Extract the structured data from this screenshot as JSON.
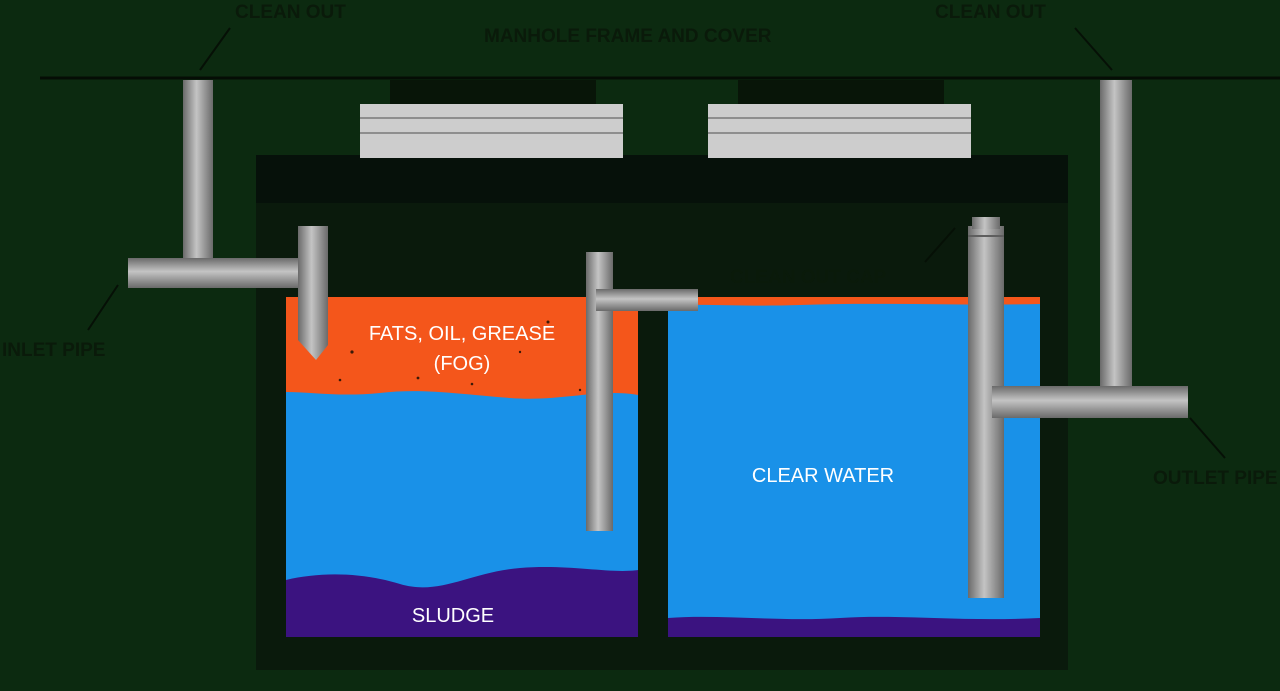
{
  "labels": {
    "clean_out_left": "CLEAN OUT",
    "clean_out_right": "CLEAN OUT",
    "manhole_cover": "MANHOLE FRAME AND COVER",
    "inlet_pipe": "INLET PIPE",
    "outlet_pipe": "OUTLET PIPE",
    "clean_out_cap": "CLEAN OUT CAP",
    "fog_line1": "FATS, OIL, GREASE",
    "fog_line2": "(FOG)",
    "clear_water": "CLEAR WATER",
    "sludge": "SLUDGE"
  },
  "colors": {
    "background": "#0c2a10",
    "tank": "#0a1a0c",
    "fog": "#f4561b",
    "water": "#1991e8",
    "sludge": "#3b1380",
    "pipe": "#9a9a9a",
    "manhole": "#cdcdcd"
  }
}
